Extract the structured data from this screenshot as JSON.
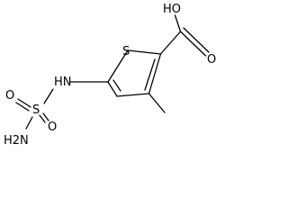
{
  "molecule": {
    "atoms": {
      "oh": "HO",
      "carbonyl_o": "O",
      "ring_s": "S",
      "nh": "HN",
      "sulfonyl_s": "S",
      "sulfonyl_o_left": "O",
      "sulfonyl_o_bottom": "O",
      "nh2": "H2N"
    },
    "colors": {
      "bond": "#000000",
      "label": "#000000",
      "background": "#ffffff"
    }
  }
}
